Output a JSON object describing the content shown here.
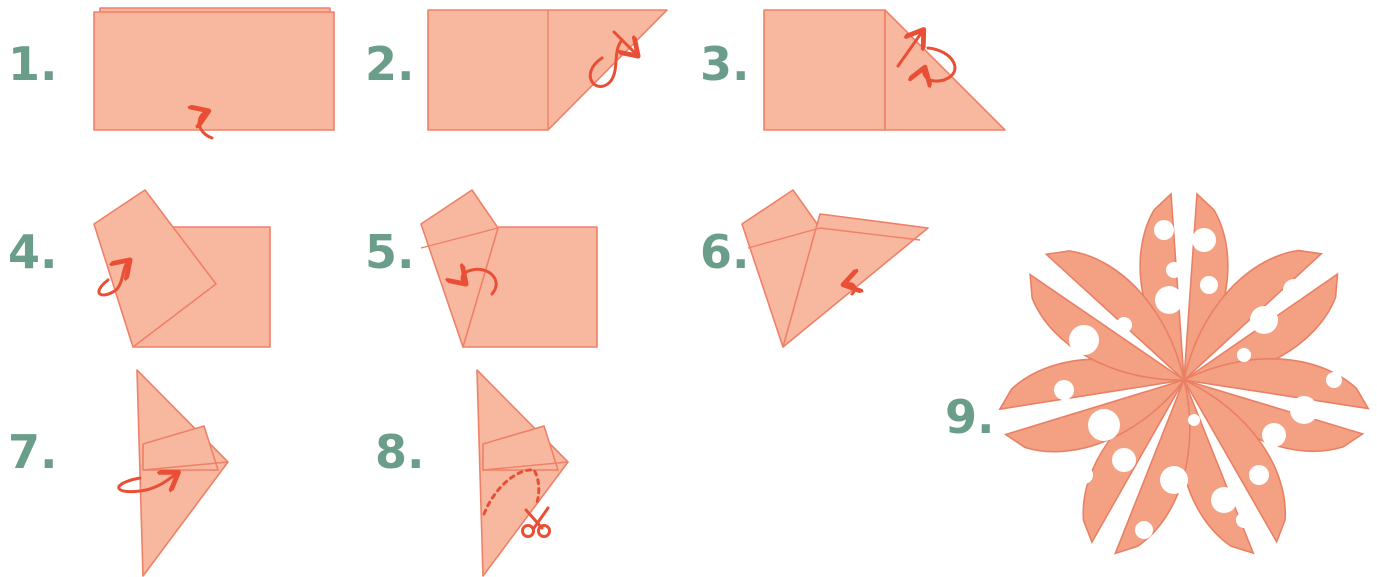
{
  "steps": [
    {
      "number": "1."
    },
    {
      "number": "2."
    },
    {
      "number": "3."
    },
    {
      "number": "4."
    },
    {
      "number": "5."
    },
    {
      "number": "6."
    },
    {
      "number": "7."
    },
    {
      "number": "8."
    },
    {
      "number": "9."
    }
  ],
  "colors": {
    "paper": "#f8b8a0",
    "paper_edge": "#ef8068",
    "arrow": "#e94f35",
    "number": "#6a9e8a",
    "flower": "#f4a183",
    "spots": "#ffffff"
  },
  "icons": [
    "fold-arrow-icon",
    "scissors-icon",
    "cut-line-icon"
  ]
}
